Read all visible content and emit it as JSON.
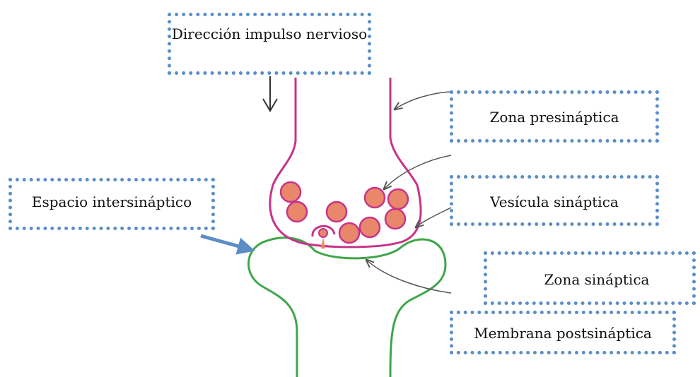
{
  "labels": {
    "direccion": "Dirección impulso nervioso",
    "presinaptica": "Zona presináptica",
    "espacio": "Espacio intersináptico",
    "vesicula": "Vesícula sináptica",
    "sinaptica": "Zona sináptica",
    "membrana": "Membrana postsináptica"
  },
  "colors": {
    "presynaptic": "#c8338a",
    "postsynaptic": "#3ea64a",
    "vesicle_fill": "#e9876a",
    "vesicle_border": "#c8338a",
    "box_border": "#5b8ec7",
    "blue_arrow": "#5b8ec7",
    "pointer_arrows": "#555555"
  }
}
